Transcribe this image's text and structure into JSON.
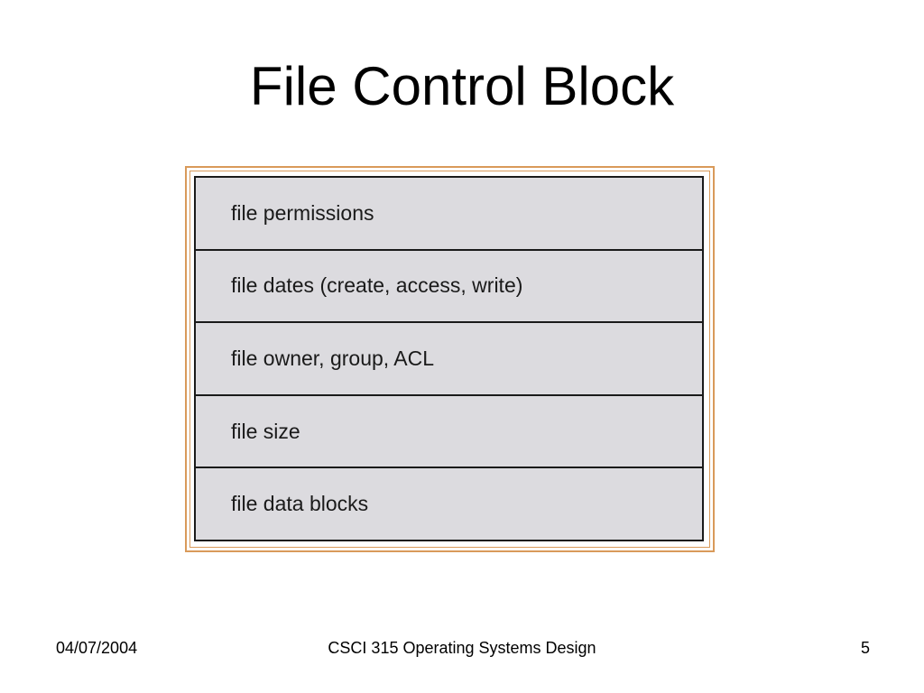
{
  "slide": {
    "title": "File Control Block"
  },
  "figure": {
    "rows": [
      "file permissions",
      "file dates (create, access, write)",
      "file owner, group, ACL",
      "file size",
      "file data blocks"
    ],
    "colors": {
      "frame": "#d99a5a",
      "table_fill": "#dcdbdf",
      "table_border": "#1a1a1a"
    }
  },
  "footer": {
    "date": "04/07/2004",
    "course": "CSCI 315 Operating Systems Design",
    "page_number": "5"
  }
}
